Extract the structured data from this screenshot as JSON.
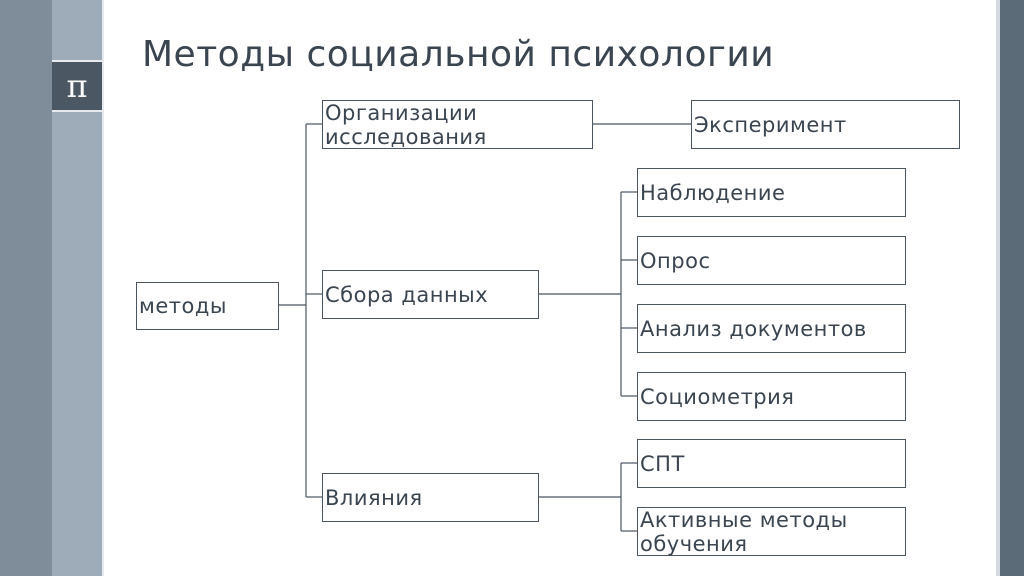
{
  "slide": {
    "title": "Методы социальной психологии",
    "logo_symbol": "π"
  },
  "diagram": {
    "root": "методы",
    "branches": [
      {
        "label": "Организации исследования",
        "children": [
          "Эксперимент"
        ]
      },
      {
        "label": "Сбора данных",
        "children": [
          "Наблюдение",
          "Опрос",
          "Анализ документов",
          "Социометрия"
        ]
      },
      {
        "label": "Влияния",
        "children": [
          "СПТ",
          "Активные методы обучения"
        ]
      }
    ]
  }
}
